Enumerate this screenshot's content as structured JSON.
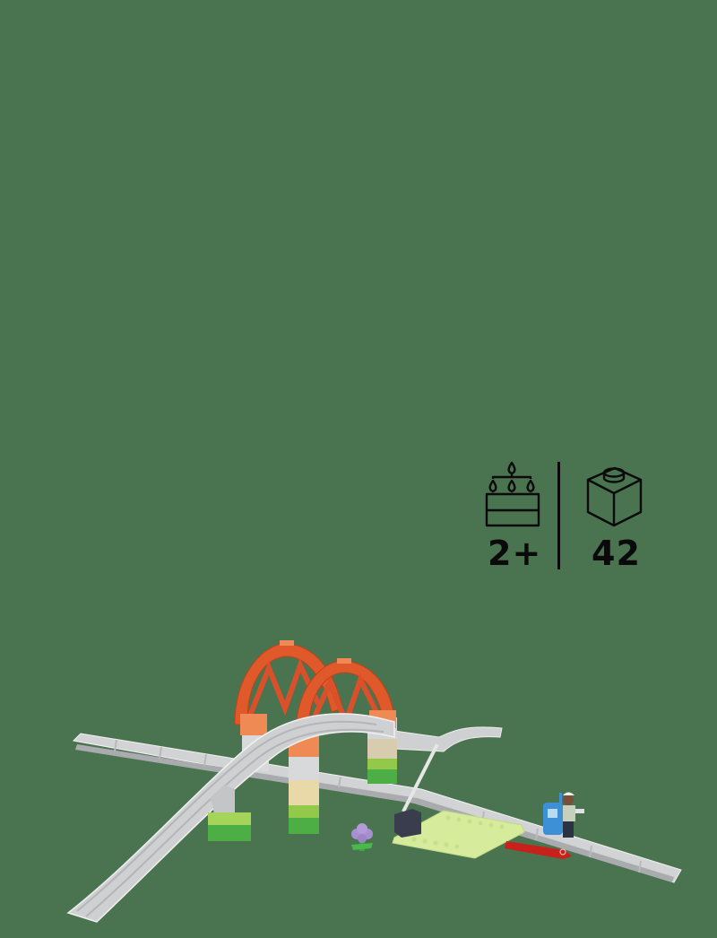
{
  "product_info": {
    "age": {
      "icon": "birthday-cake-icon",
      "label": "2+"
    },
    "pieces": {
      "icon": "brick-icon",
      "label": "42"
    }
  },
  "colors": {
    "background": "#4a7350",
    "icon_ink": "#0a0a0a",
    "arch_orange": "#e0592a",
    "track_grey": "#c9cacc",
    "brick_green": "#4cae44",
    "lime_plate": "#d7eb9c",
    "tan_brick": "#e9d9a8",
    "signal_red": "#c8211b",
    "figure_blue": "#3d8fd6",
    "flower_purple": "#a88fd0"
  },
  "scene": {
    "subject": "toy-train-bridge-and-tracks-set",
    "elements": [
      "railway-bridge-with-arches",
      "ramp-track",
      "crossing-track",
      "level-crossing-plate",
      "barrier-gate",
      "flower",
      "figure-with-phone",
      "red-action-track"
    ]
  }
}
